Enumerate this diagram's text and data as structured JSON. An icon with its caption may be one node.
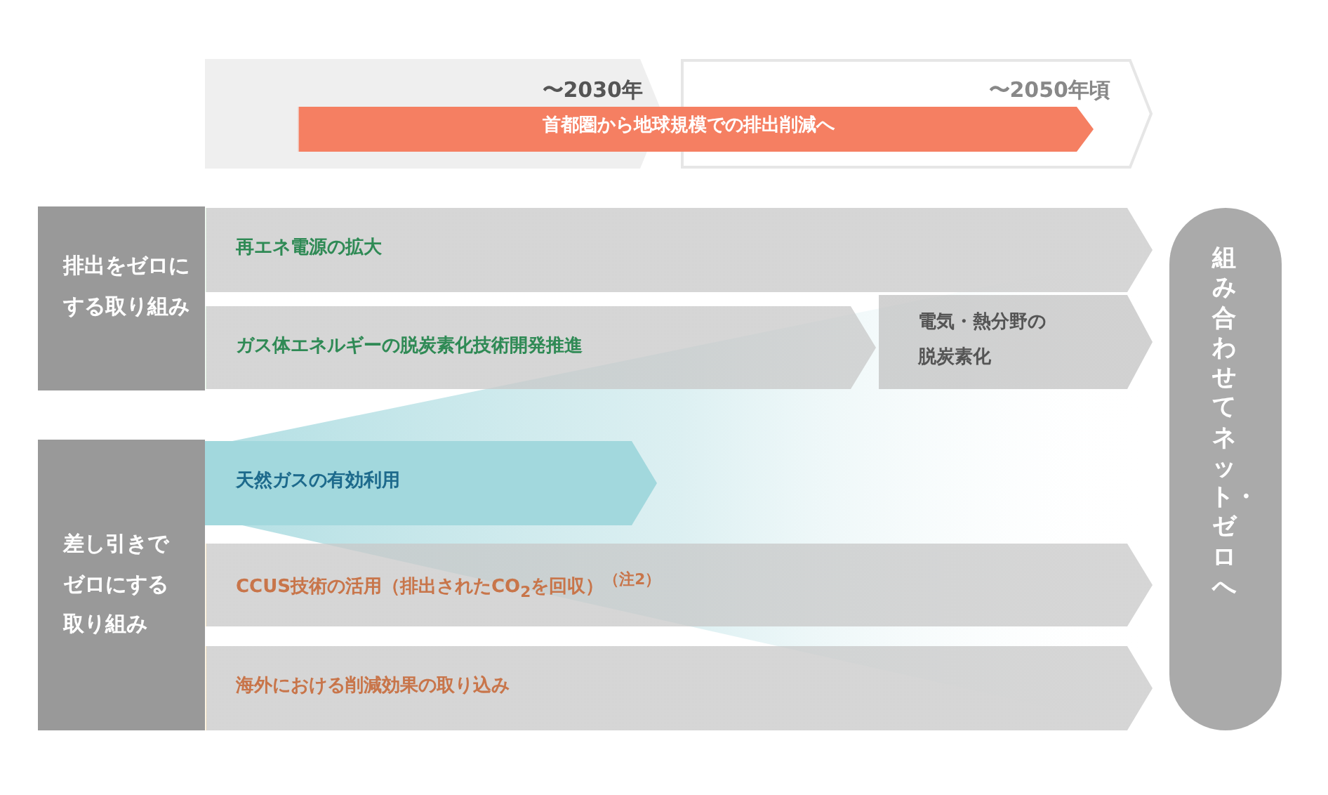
{
  "diagram": {
    "nodes": [
      {
        "text": [
          "〜2030年"
        ]
      },
      {
        "text": [
          "〜2050年頃"
        ]
      },
      {
        "text": [
          "首都圏から地球規模での排出削減へ"
        ]
      },
      {
        "text": [
          "排出をゼロにする取り組み"
        ]
      },
      {
        "text": [
          "再エネ電源の拡大"
        ]
      },
      {
        "text": [
          "ガス体エネルギーの脱炭素化技術開発推進"
        ]
      },
      {
        "text": [
          "電気・熱分野の脱炭素化"
        ]
      },
      {
        "text": [
          "差し引きでゼロにする取り組み"
        ]
      },
      {
        "text": [
          "天然ガスの有効利用"
        ]
      },
      {
        "text": [
          "CCUS技術の活用（排出されたCO$_{2}$を回収）$^{（注2）}$"
        ]
      },
      {
        "text": [
          "海外における削減効果の取り込み"
        ]
      },
      {
        "text": [
          "組み合わせてネット・ゼロへ"
        ]
      }
    ]
  }
}
